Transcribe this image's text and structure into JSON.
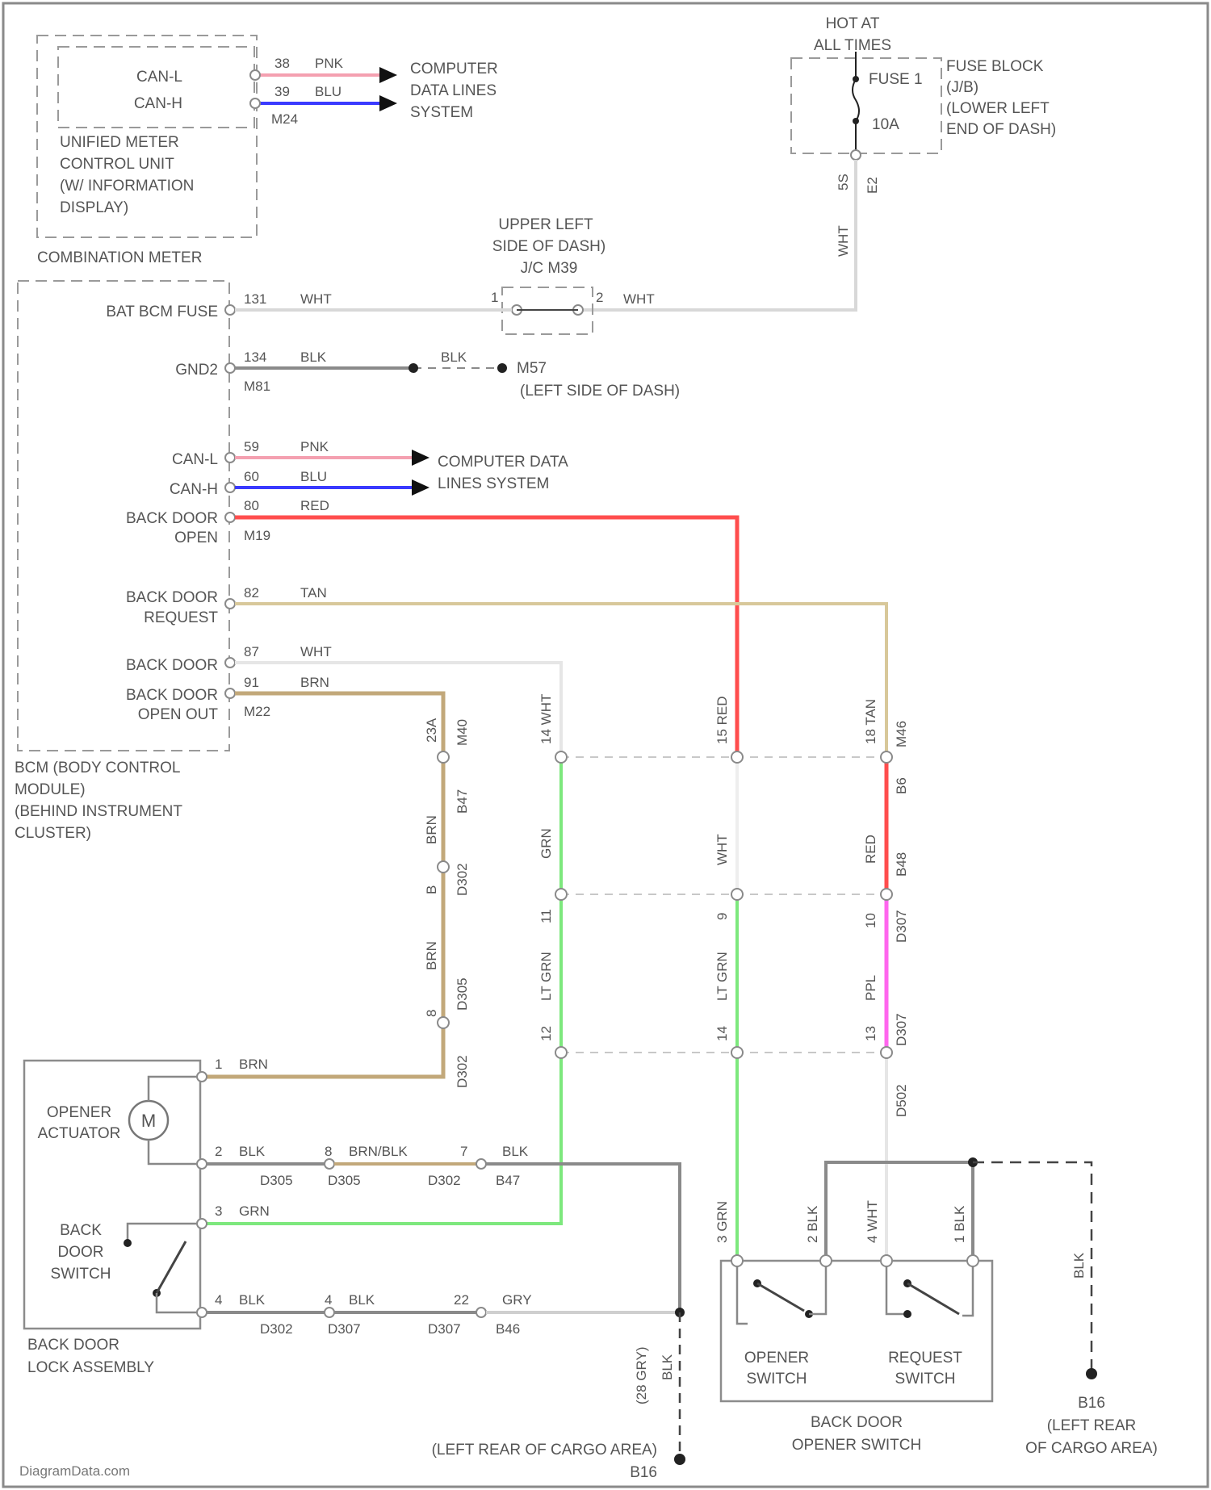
{
  "combination_meter": {
    "unit_label": [
      "UNIFIED METER",
      "CONTROL UNIT",
      "(W/ INFORMATION",
      "DISPLAY)"
    ],
    "box_label": "COMBINATION METER",
    "pins": [
      "CAN-L",
      "CAN-H"
    ],
    "pin_numbers": [
      "38",
      "39"
    ],
    "wire_colors": [
      "PNK",
      "BLU"
    ],
    "connector": "M24",
    "destination": [
      "COMPUTER",
      "DATA LINES",
      "SYSTEM"
    ]
  },
  "fuse_block": {
    "hot_label": [
      "HOT AT",
      "ALL TIMES"
    ],
    "fuse": "FUSE 1",
    "rating": "10A",
    "label": [
      "FUSE BLOCK",
      "(J/B)",
      "(LOWER LEFT",
      "END OF DASH)"
    ],
    "pin": "5S",
    "connector": "E2",
    "wire": "WHT"
  },
  "jc": {
    "label": [
      "UPPER LEFT",
      "SIDE OF DASH)",
      "J/C M39"
    ],
    "pin_left": "1",
    "pin_right": "2",
    "wire_left": "WHT",
    "wire_right": "WHT"
  },
  "bcm": {
    "pins": [
      {
        "label": "BAT BCM FUSE",
        "num": "131",
        "wire": "WHT"
      },
      {
        "label": "GND2",
        "num": "134",
        "wire": "BLK"
      },
      {
        "label": "CAN-L",
        "num": "59",
        "wire": "PNK"
      },
      {
        "label": "CAN-H",
        "num": "60",
        "wire": "BLU"
      },
      {
        "label": "BACK DOOR OPEN",
        "num": "80",
        "wire": "RED"
      },
      {
        "label": "BACK DOOR REQUEST",
        "num": "82",
        "wire": "TAN"
      },
      {
        "label": "BACK DOOR",
        "num": "87",
        "wire": "WHT"
      },
      {
        "label": "BACK DOOR OPEN OUT",
        "num": "91",
        "wire": "BRN"
      }
    ],
    "conn_a": "M81",
    "conn_b": "M19",
    "conn_c": "M22",
    "label": [
      "BCM (BODY CONTROL",
      "MODULE)",
      "(BEHIND INSTRUMENT",
      "CLUSTER)"
    ],
    "ground_wire": "BLK",
    "ground": "M57",
    "ground_loc": "(LEFT SIDE OF DASH)",
    "can_dest": [
      "COMPUTER DATA",
      "LINES SYSTEM"
    ]
  },
  "harness": {
    "col1": {
      "top_pin": "23A",
      "top_conn": "M40",
      "wire1": "BRN",
      "mid_pin": "B",
      "mid_conn": "B47",
      "conn2": "D302",
      "wire2": "BRN",
      "pin3": "8",
      "conn3": "D305",
      "conn4": "D302"
    },
    "col2": {
      "top_pin": "14",
      "wire_top": "WHT",
      "wire_mid": "GRN",
      "pin2": "11",
      "wire2": "LT GRN",
      "pin3": "12"
    },
    "col3": {
      "top_pin": "15",
      "wire_top": "RED",
      "wire_mid": "WHT",
      "pin2": "9",
      "wire2": "LT GRN",
      "pin3": "14"
    },
    "col4": {
      "top_pin": "18",
      "wire_top": "TAN",
      "top_conn": "M46",
      "conn2": "B6",
      "wire_mid": "RED",
      "conn_mid": "B48",
      "pin2": "10",
      "conn3": "D307",
      "wire2": "PPL",
      "pin3": "13",
      "conn4": "D307",
      "conn5": "D502"
    }
  },
  "lock_assembly": {
    "label": [
      "BACK DOOR",
      "LOCK ASSEMBLY"
    ],
    "actuator": [
      "OPENER",
      "ACTUATOR"
    ],
    "motor": "M",
    "switch": [
      "BACK",
      "DOOR",
      "SWITCH"
    ],
    "pins": [
      {
        "num": "1",
        "wire": "BRN"
      },
      {
        "num": "2",
        "wire": "BLK",
        "conn": "D305"
      },
      {
        "num": "3",
        "wire": "GRN"
      },
      {
        "num": "4",
        "wire": "BLK",
        "conn": "D302"
      }
    ],
    "mid1": {
      "pin": "8",
      "wire": "BRN/BLK",
      "conn": "D305"
    },
    "mid1b": {
      "pin": "7",
      "conn": "D302",
      "wire": "BLK",
      "conn2": "B47"
    },
    "mid2": {
      "pin": "4",
      "wire": "BLK",
      "conn": "D307"
    },
    "mid2b": {
      "pin": "22",
      "conn": "D307",
      "wire": "GRY",
      "conn2": "B46"
    }
  },
  "opener_switch": {
    "label": [
      "BACK DOOR",
      "OPENER SWITCH"
    ],
    "sw1": [
      "OPENER",
      "SWITCH"
    ],
    "sw2": [
      "REQUEST",
      "SWITCH"
    ],
    "pins": [
      {
        "num": "3",
        "wire": "GRN"
      },
      {
        "num": "2",
        "wire": "BLK"
      },
      {
        "num": "4",
        "wire": "WHT"
      },
      {
        "num": "1",
        "wire": "BLK"
      }
    ],
    "d_conn": "D502"
  },
  "grounds": {
    "left": {
      "name": "B16",
      "loc": "(LEFT REAR OF CARGO AREA)",
      "wire": "BLK",
      "conn": "(28 GRY)"
    },
    "right": {
      "name": "B16",
      "loc": [
        "(LEFT REAR",
        "OF CARGO AREA)"
      ],
      "wire": "BLK"
    }
  },
  "watermark": "DiagramData.com"
}
